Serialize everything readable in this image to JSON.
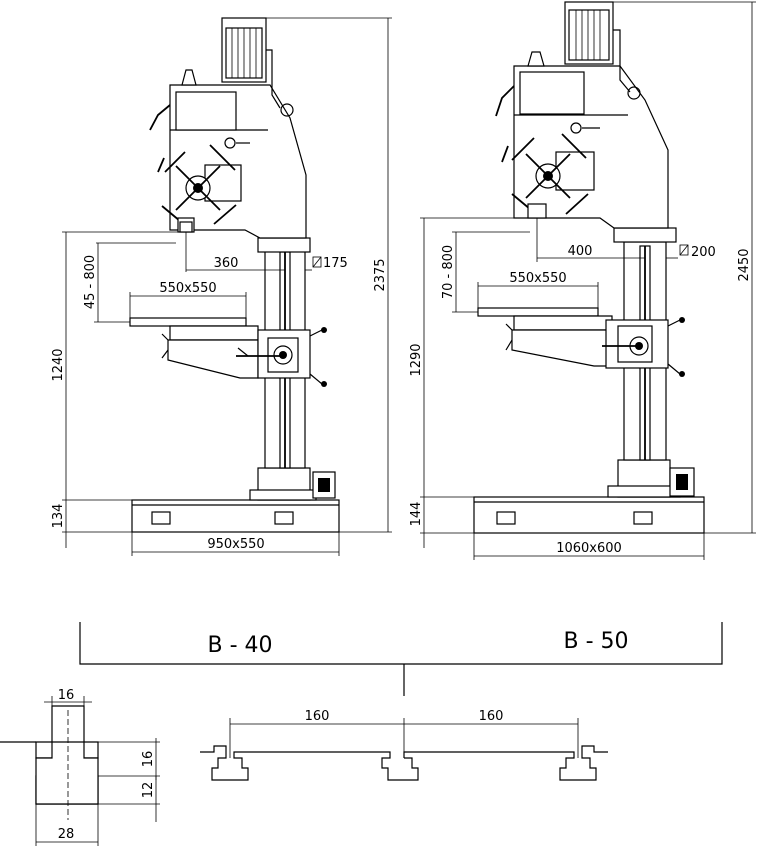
{
  "machines": [
    {
      "model": "B - 40",
      "overall_height": "2375",
      "column_reach": "360",
      "column_diameter": "175",
      "table_travel": "45 - 800",
      "table_size": "550x550",
      "spindle_to_floor": "1240",
      "base_height": "134",
      "base_size": "950x550"
    },
    {
      "model": "B - 50",
      "overall_height": "2450",
      "column_reach": "400",
      "column_diameter": "200",
      "table_travel": "70 - 800",
      "table_size": "550x550",
      "spindle_to_floor": "1290",
      "base_height": "144",
      "base_size": "1060x600"
    }
  ],
  "slot_profile": {
    "top_width": "16",
    "neck_height": "16",
    "foot_height": "12",
    "bottom_width": "28"
  },
  "slot_spacing": [
    "160",
    "160"
  ],
  "diameter_symbol": "⌀"
}
